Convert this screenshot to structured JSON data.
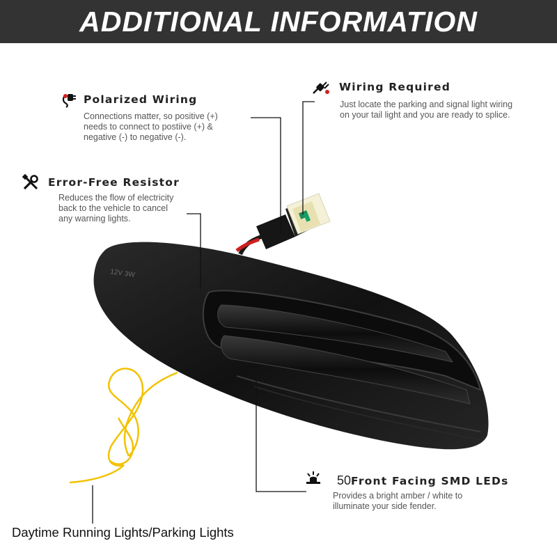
{
  "header": {
    "title": "ADDITIONAL INFORMATION"
  },
  "features": {
    "polarized": {
      "icon": "polarized-plug-icon",
      "title": "Polarized Wiring",
      "lines": [
        "Connections matter, so positive (+)",
        "needs to connect to postiive (+) &",
        "negative (-) to negative (-)."
      ]
    },
    "wiring": {
      "icon": "plug-icon",
      "title": "Wiring Required",
      "lines": [
        "Just locate the parking and signal light wiring",
        "on your tail light and you are ready to splice."
      ]
    },
    "resistor": {
      "icon": "tools-icon",
      "title": "Error-Free Resistor",
      "lines": [
        "Reduces the flow of electricity",
        "back to the vehicle to cancel",
        "any warning lights."
      ]
    },
    "leds": {
      "icon": "led-light-icon",
      "title_number": "50",
      "title": "Front Facing SMD LEDs",
      "lines": [
        "Provides a bright amber / white to",
        "illuminate your side fender."
      ]
    }
  },
  "product": {
    "marking": "12V 3W"
  },
  "footer": {
    "caption": "Daytime Running Lights/Parking Lights"
  },
  "colors": {
    "header_bg": "#333333",
    "wire_yellow": "#f2c200",
    "lens": "#1a1a1a"
  }
}
